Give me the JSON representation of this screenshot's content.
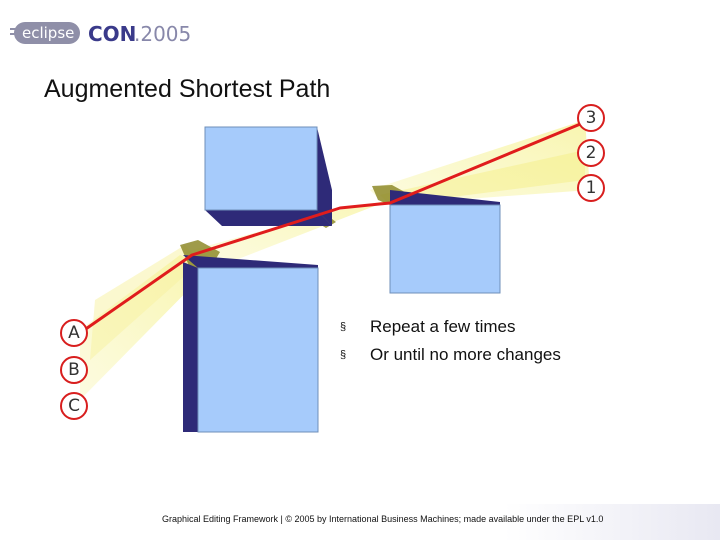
{
  "header": {
    "logo_left": "eclipse",
    "logo_right": "CON",
    "logo_year": ".2005"
  },
  "slide": {
    "title": "Augmented Shortest Path",
    "bullets": [
      {
        "marker": "§",
        "text": "Repeat a few times"
      },
      {
        "marker": "§",
        "text": "Or until no more changes"
      }
    ],
    "left_badges": [
      "A",
      "B",
      "C"
    ],
    "right_badges": [
      "3",
      "2",
      "1"
    ]
  },
  "footer": {
    "text": "Graphical Editing Framework | © 2005 by International Business Machines; made available under the EPL v1.0"
  },
  "colors": {
    "box_fill": "#a6cbfb",
    "box_shadow": "#2e2a78",
    "path_red": "#e01c1c",
    "beam_yellow": "#f4f07a",
    "badge_border": "#d81e1e"
  }
}
